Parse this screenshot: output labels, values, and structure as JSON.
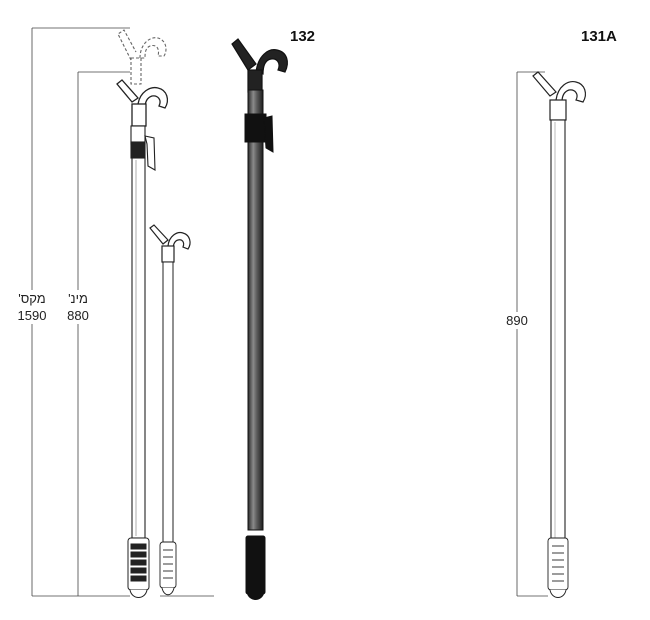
{
  "models": {
    "left_label": "132",
    "right_label": "131A"
  },
  "dimensions": {
    "max_label": "מקס'",
    "max_value": "1590",
    "min_label": "מינ'",
    "min_value": "880",
    "right_value": "890"
  },
  "colors": {
    "line": "#333333",
    "pole_dark": "#4a4a4a",
    "grip_black": "#111111"
  },
  "icons": {
    "hook": "boat-hook-icon"
  }
}
